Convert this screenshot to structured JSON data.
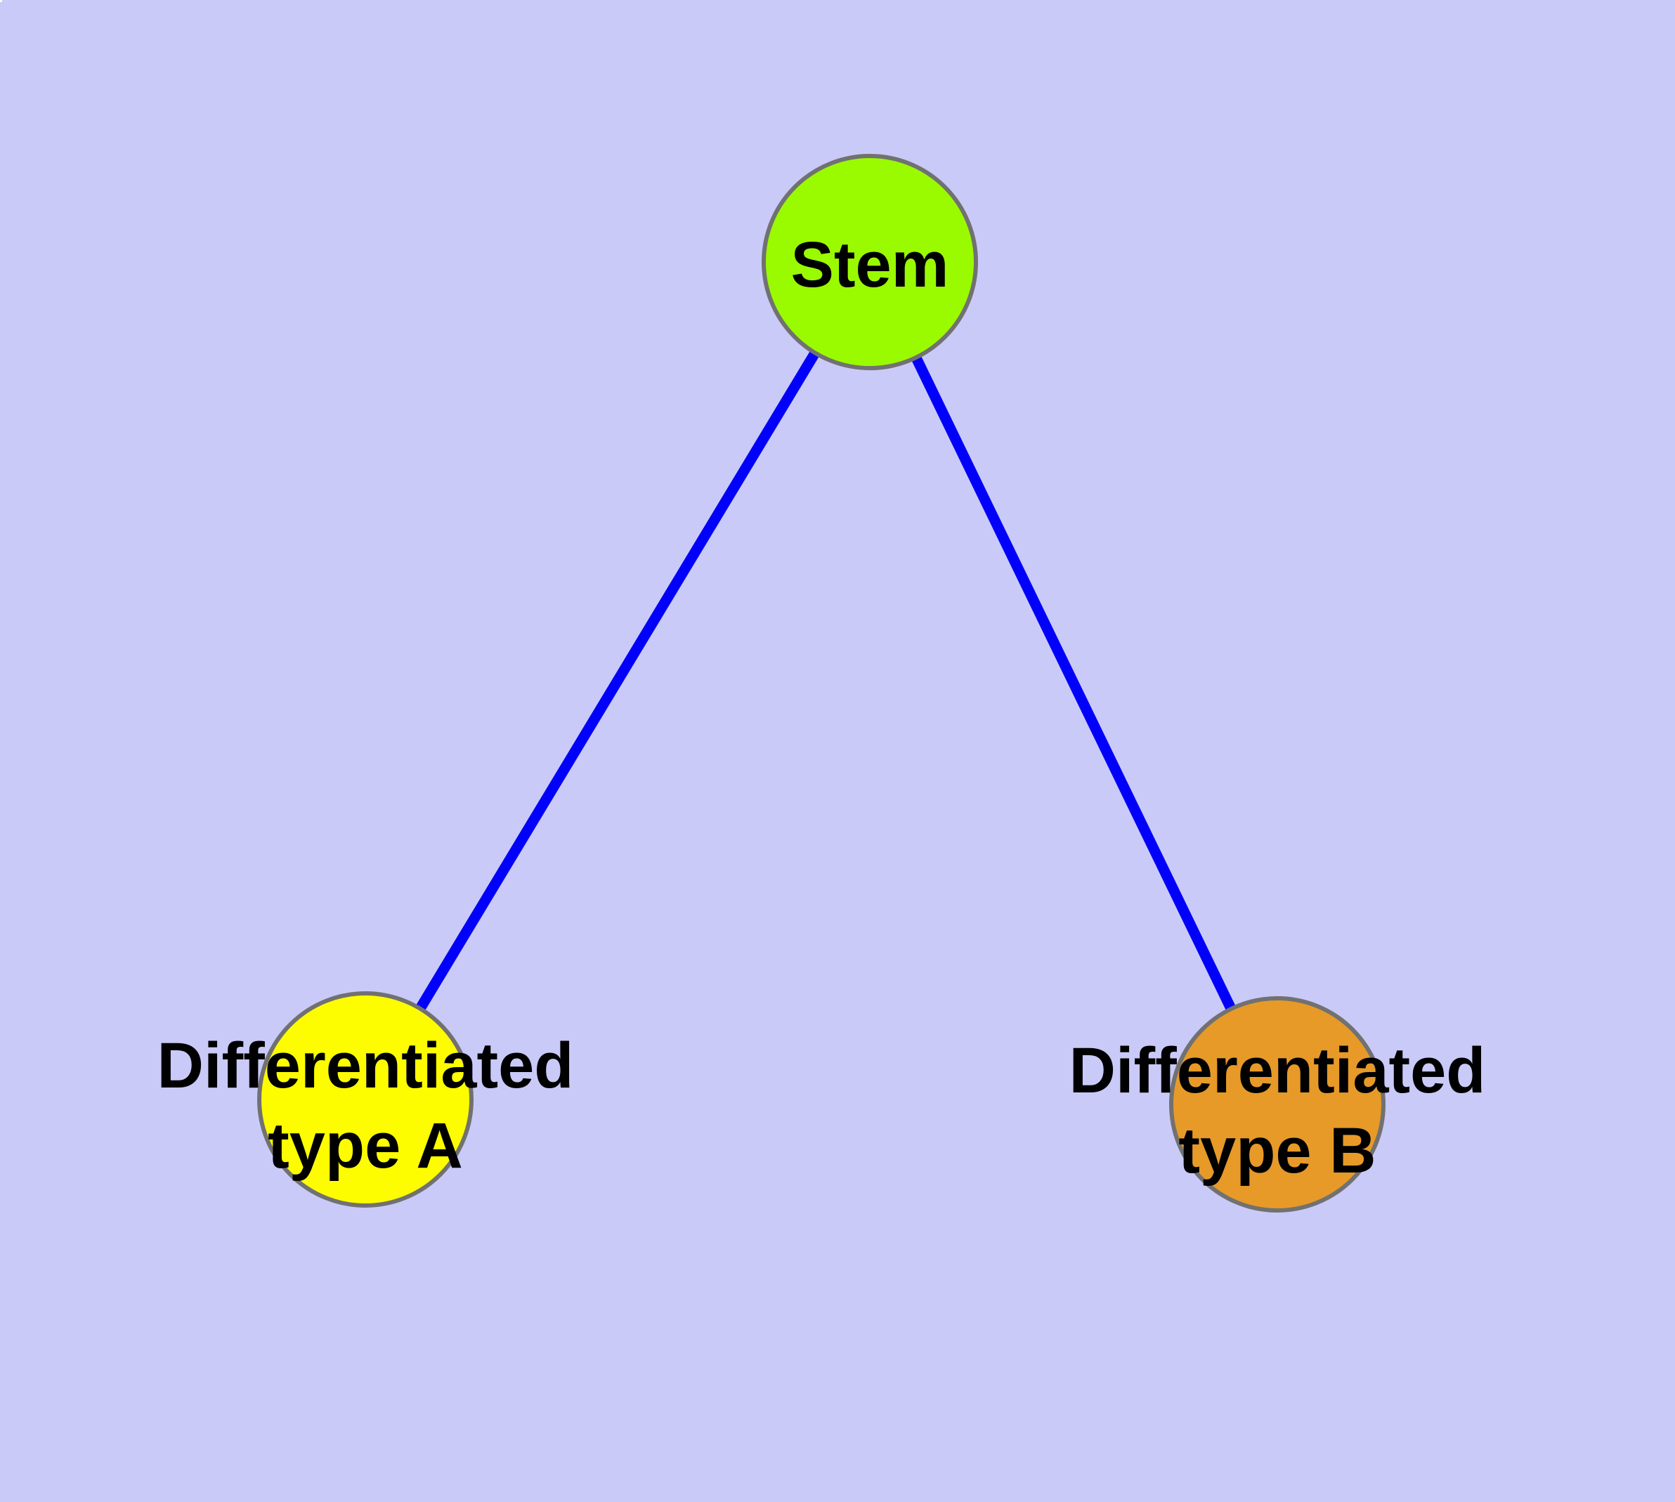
{
  "diagram": {
    "background_color": "#cacaf8",
    "edge_color": "#0000fb",
    "node_border_color": "#717171",
    "label_color": "#000000",
    "nodes": [
      {
        "id": "stem",
        "label": "Stem",
        "lines": [
          "Stem"
        ],
        "fill": "#9afb00",
        "shape": "circle"
      },
      {
        "id": "differentiated-type-a",
        "label": "Differentiated type A",
        "lines": [
          "Differentiated",
          "type A"
        ],
        "fill": "#fdfd00",
        "shape": "circle"
      },
      {
        "id": "differentiated-type-b",
        "label": "Differentiated type B",
        "lines": [
          "Differentiated",
          "type B"
        ],
        "fill": "#e79a28",
        "shape": "circle"
      }
    ],
    "edges": [
      {
        "from": "stem",
        "to": "differentiated-type-a"
      },
      {
        "from": "stem",
        "to": "differentiated-type-b"
      }
    ]
  }
}
